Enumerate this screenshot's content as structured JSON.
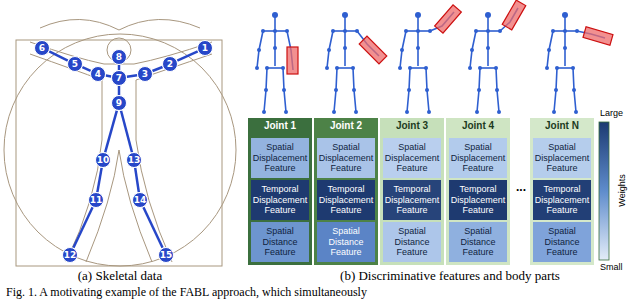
{
  "diagram": {
    "caption": "Fig. 1. A motivating example of the FABL approach, which simultaneously",
    "nodes": [
      {
        "text": [
          "1"
        ]
      },
      {
        "text": [
          "2"
        ]
      },
      {
        "text": [
          "3"
        ]
      },
      {
        "text": [
          "4"
        ]
      },
      {
        "text": [
          "5"
        ]
      },
      {
        "text": [
          "6"
        ]
      },
      {
        "text": [
          "7"
        ]
      },
      {
        "text": [
          "8"
        ]
      },
      {
        "text": [
          "9"
        ]
      },
      {
        "text": [
          "10"
        ]
      },
      {
        "text": [
          "11"
        ]
      },
      {
        "text": [
          "12"
        ]
      },
      {
        "text": [
          "13"
        ]
      },
      {
        "text": [
          "14"
        ]
      },
      {
        "text": [
          "15"
        ]
      },
      {
        "text": [
          "Joint 1"
        ]
      },
      {
        "text": [
          "Spatial Displacement Feature"
        ],
        "in": 15
      },
      {
        "text": [
          "Temporal Displacement Feature"
        ],
        "in": 15
      },
      {
        "text": [
          "Spatial Distance Feature"
        ],
        "in": 15
      },
      {
        "text": [
          "Joint 2"
        ]
      },
      {
        "text": [
          "Spatial Displacement Feature"
        ],
        "in": 19
      },
      {
        "text": [
          "Temporal Displacement Feature"
        ],
        "in": 19
      },
      {
        "text": [
          "Spatial Distance Feature"
        ],
        "in": 19
      },
      {
        "text": [
          "Joint 3"
        ]
      },
      {
        "text": [
          "Spatial Displacement Feature"
        ],
        "in": 23
      },
      {
        "text": [
          "Temporal Displacement Feature"
        ],
        "in": 23
      },
      {
        "text": [
          "Spatial Distance Feature"
        ],
        "in": 23
      },
      {
        "text": [
          "Joint 4"
        ]
      },
      {
        "text": [
          "Spatial Displacement Feature"
        ],
        "in": 27
      },
      {
        "text": [
          "Temporal Displacement Feature"
        ],
        "in": 27
      },
      {
        "text": [
          "Spatial Distance Feature"
        ],
        "in": 27
      },
      {
        "text": [
          "Joint N"
        ]
      },
      {
        "text": [
          "Spatial Displacement Feature"
        ],
        "in": 31
      },
      {
        "text": [
          "Temporal Displacement Feature"
        ],
        "in": 31
      },
      {
        "text": [
          "Spatial Distance Feature"
        ],
        "in": 31
      }
    ],
    "edges": [
      {
        "from": 0,
        "to": 1,
        "arrow": "none"
      },
      {
        "from": 1,
        "to": 2,
        "arrow": "none"
      },
      {
        "from": 2,
        "to": 6,
        "arrow": "none"
      },
      {
        "from": 6,
        "to": 3,
        "arrow": "none"
      },
      {
        "from": 3,
        "to": 4,
        "arrow": "none"
      },
      {
        "from": 4,
        "to": 5,
        "arrow": "none"
      },
      {
        "from": 7,
        "to": 6,
        "arrow": "none"
      },
      {
        "from": 6,
        "to": 8,
        "arrow": "none"
      },
      {
        "from": 8,
        "to": 9,
        "arrow": "none"
      },
      {
        "from": 8,
        "to": 12,
        "arrow": "none"
      },
      {
        "from": 9,
        "to": 10,
        "arrow": "none"
      },
      {
        "from": 10,
        "to": 11,
        "arrow": "none"
      },
      {
        "from": 12,
        "to": 13,
        "arrow": "none"
      },
      {
        "from": 13,
        "to": 14,
        "arrow": "none"
      }
    ],
    "labels": [
      "...",
      "(a) Skeletal data",
      "(b) Discriminative features and body parts",
      "Large",
      "Weights",
      "Small"
    ]
  }
}
